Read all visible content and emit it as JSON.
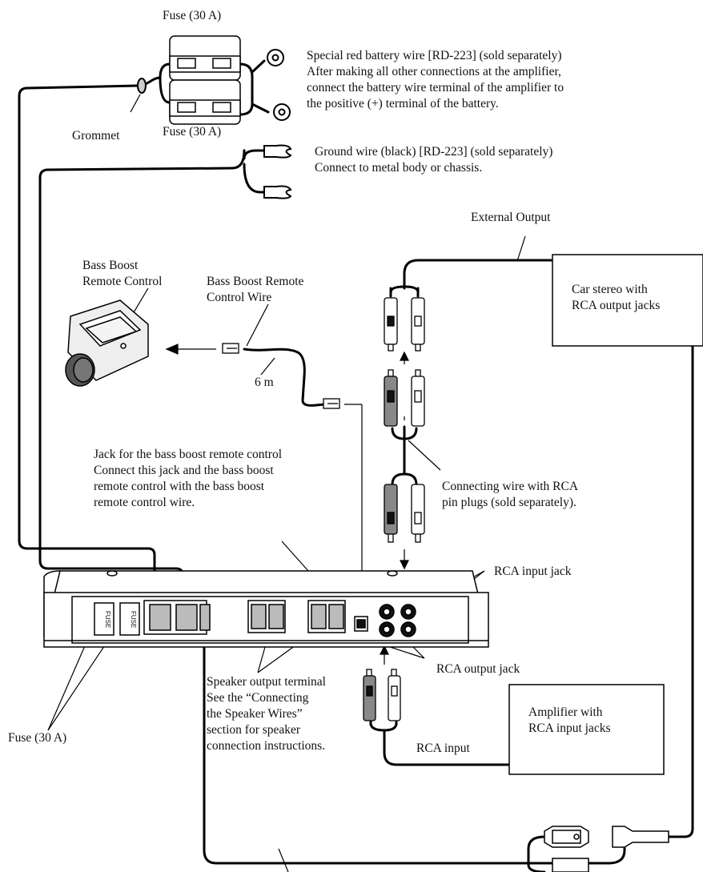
{
  "labels": {
    "fuse_top": "Fuse (30 A)",
    "fuse_mid": "Fuse (30 A)",
    "grommet": "Grommet",
    "battery": [
      "Special red battery wire [RD-223] (sold separately)",
      "After making all other connections at the amplifier,",
      "connect the battery wire terminal of the amplifier to",
      "the positive (+) terminal of the battery."
    ],
    "ground": [
      "Ground wire (black) [RD-223] (sold separately)",
      "Connect to metal body or chassis."
    ],
    "external_output": "External Output",
    "car_stereo": [
      "Car stereo with",
      "RCA output jacks"
    ],
    "bass_boost_rc": [
      "Bass Boost",
      "Remote Control"
    ],
    "bass_boost_wire": [
      "Bass Boost Remote",
      "Control Wire"
    ],
    "six_m": "6 m",
    "jack_bbrc": [
      "Jack for the bass boost remote control",
      "Connect this jack and the bass boost",
      "remote control with the bass boost",
      "remote control wire."
    ],
    "connecting_wire": [
      "Connecting wire with RCA",
      "pin plugs (sold separately)."
    ],
    "rca_input_jack": "RCA input jack",
    "rca_output_jack": "RCA output jack",
    "speaker_output": [
      "Speaker output terminal",
      "See the “Connecting",
      "the Speaker Wires”",
      "section for speaker",
      "connection instructions."
    ],
    "fuse_bottom": "Fuse (30 A)",
    "amp_box": [
      "Amplifier with",
      "RCA input jacks"
    ],
    "rca_input": "RCA input",
    "amp_fuse_marks": [
      "FUSE",
      "FUSE"
    ]
  }
}
